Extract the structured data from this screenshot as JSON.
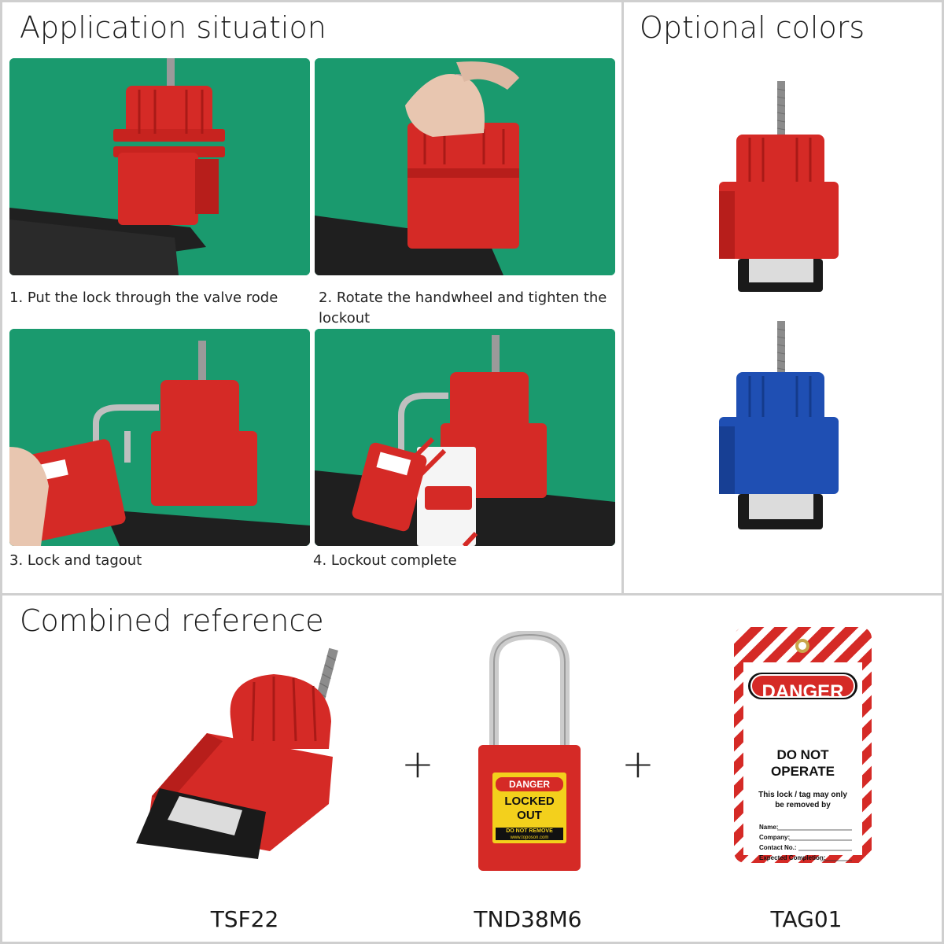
{
  "application": {
    "title": "Application situation",
    "steps": [
      {
        "caption": "1. Put the  lock through the valve rode"
      },
      {
        "caption": "2. Rotate the handwheel and tighten the lockout"
      },
      {
        "caption": "3. Lock and tagout"
      },
      {
        "caption": "4. Lockout complete"
      }
    ]
  },
  "colors": {
    "title": "Optional colors",
    "options": [
      {
        "color_name": "red",
        "hex": "#d52a26"
      },
      {
        "color_name": "blue",
        "hex": "#1f4fb3"
      }
    ]
  },
  "combined": {
    "title": "Combined reference",
    "plus": "+",
    "products": [
      {
        "code": "TSF22"
      },
      {
        "code": "TND38M6",
        "tag_danger": "DANGER",
        "tag_line1": "LOCKED",
        "tag_line2": "OUT",
        "tag_line3": "DO NOT REMOVE",
        "url": "www.toposon.com"
      },
      {
        "code": "TAG01",
        "danger": "DANGER",
        "line1": "DO NOT",
        "line2": "OPERATE",
        "note": "This lock / tag may only be removed by",
        "fields": [
          "Name:",
          "Company:",
          "Contact No.:",
          "Expected Completion:"
        ]
      }
    ]
  },
  "palette": {
    "photo_green": "#1a9a6e",
    "lock_red": "#d52a26",
    "lock_blue": "#1f4fb3",
    "border_gray": "#cfcfcf"
  }
}
